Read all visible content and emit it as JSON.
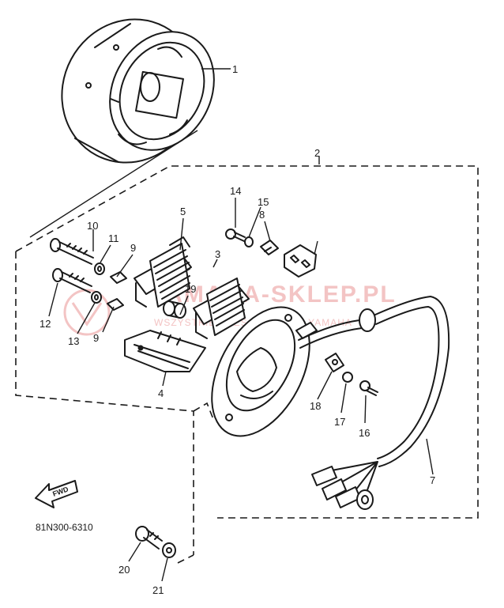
{
  "diagram": {
    "part_numbers": [
      "1",
      "2",
      "3",
      "4",
      "5",
      "7",
      "8",
      "9",
      "10",
      "11",
      "12",
      "13",
      "14",
      "15",
      "16",
      "17",
      "18",
      "19",
      "20",
      "21"
    ],
    "diagram_code": "81N300-6310",
    "fwd_label": "FWD",
    "watermark": {
      "title": "YAMAHA-SKLEP.PL",
      "subtitle": "WSZYSTKIE CZESCI REALNE YAMAHA"
    },
    "colors": {
      "line": "#1a1a1a",
      "watermark": "#f3c4c4",
      "background": "#ffffff"
    }
  }
}
